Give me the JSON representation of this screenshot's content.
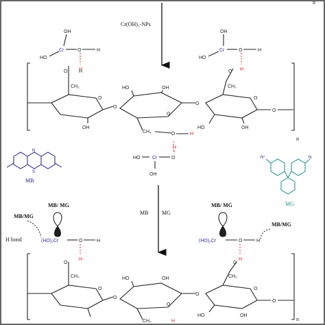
{
  "reagent_label": "Cr(OH)₃-NPs",
  "mb_label": "MB",
  "mg_label": "MG",
  "mb_mg_center_left": "MB",
  "mb_mg_center_right": "MG",
  "mbmg_top_left": "MB/ MG",
  "mbmg_top_right": "MB/ MG",
  "mbmg_side_left": "MB/MG",
  "mbmg_side_right": "MB/MG",
  "hbond_label": "H bond",
  "repeat_label": "n",
  "cr_label": "Cr",
  "ho2cr_label": "(HO)₂Cr",
  "h_label": "H",
  "o_label": "O",
  "oh_label": "OH",
  "ho_label": "HO",
  "ch2_label": "CH₂",
  "colors": {
    "hbond": "#d22222",
    "cr": "#2a2aa0",
    "mg": "#1a8a8a",
    "mb": "#1a1a8a"
  }
}
